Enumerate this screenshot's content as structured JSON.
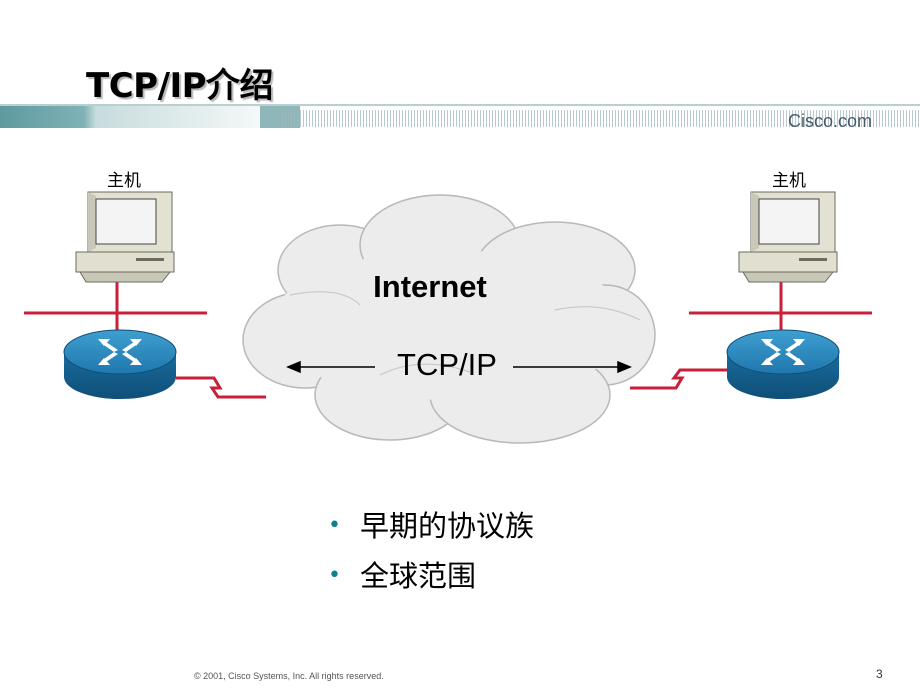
{
  "title": "TCP/IP介绍",
  "logo": "Cisco.com",
  "hosts": [
    {
      "label": "主机"
    },
    {
      "label": "主机"
    }
  ],
  "cloud": {
    "network_label": "Internet",
    "protocol_label": "TCP/IP"
  },
  "bullets": [
    "早期的协议族",
    "全球范围"
  ],
  "footer": {
    "copyright": "© 2001, Cisco Systems, Inc. All rights reserved.",
    "page_number": "3"
  },
  "colors": {
    "banner_teal": "#5e9aa0",
    "bullet_teal": "#0f8090",
    "link_red": "#c8203a",
    "router_blue": "#1f7fb3",
    "cloud_fill": "#ececec"
  },
  "icons": [
    "computer-icon",
    "router-icon",
    "cloud-icon",
    "serial-link-icon"
  ]
}
